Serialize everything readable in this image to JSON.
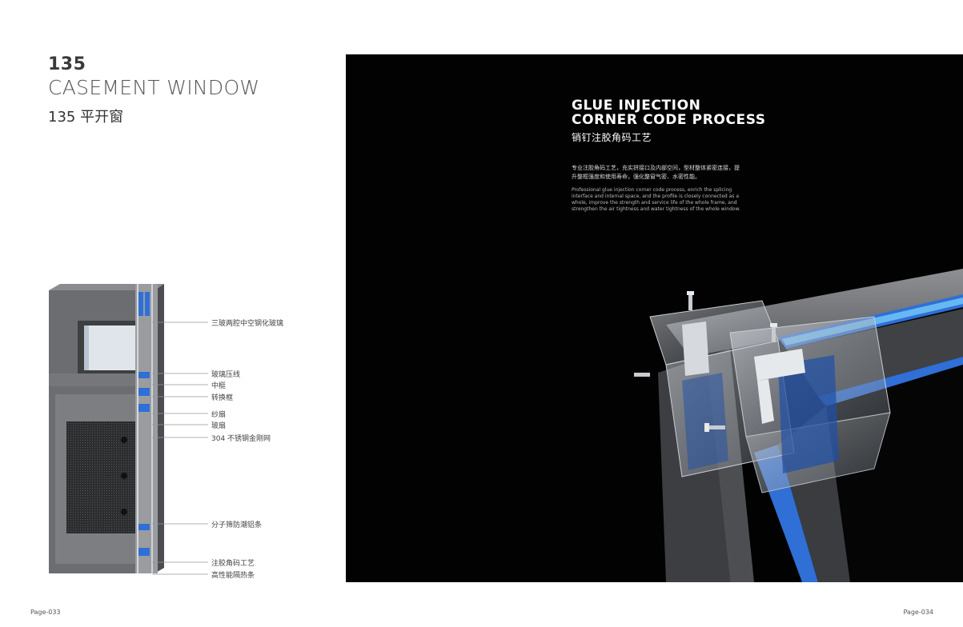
{
  "left_page": {
    "model_number": "135",
    "title_en": "CASEMENT WINDOW",
    "title_cn": "135 平开窗",
    "callouts": [
      {
        "label": "三玻两腔中空钢化玻璃"
      },
      {
        "label": "玻璃压线"
      },
      {
        "label": "中梃"
      },
      {
        "label": "转换框"
      },
      {
        "label": "纱扇"
      },
      {
        "label": "玻扇"
      },
      {
        "label": "304 不锈钢金刚网"
      },
      {
        "label": "分子筛防潮铝条"
      },
      {
        "label": "注胶角码工艺"
      },
      {
        "label": "高性能隔热条"
      }
    ],
    "page_number": "Page-033"
  },
  "right_page": {
    "heading_line1": "GLUE INJECTION",
    "heading_line2": "CORNER CODE PROCESS",
    "heading_cn": "销钉注胶角码工艺",
    "description_cn": "专业注胶角码工艺，充实拼接口及内部空间，型材整体紧密连接，提升整框强度和使用寿命，强化整窗气密、水密性能。",
    "description_en": "Professional glue injection corner code process, enrich the splicing interface and internal space, and the profile is closely connected as a whole, improve the strength and service life of the whole frame, and strengthen the air tightness and water tightness of the whole window.",
    "page_number": "Page-034"
  },
  "colors": {
    "panel_background": "#020202",
    "frame_gray": "#5e6062",
    "accent_blue": "#2f6fd6",
    "heading_text": "#ffffff"
  }
}
